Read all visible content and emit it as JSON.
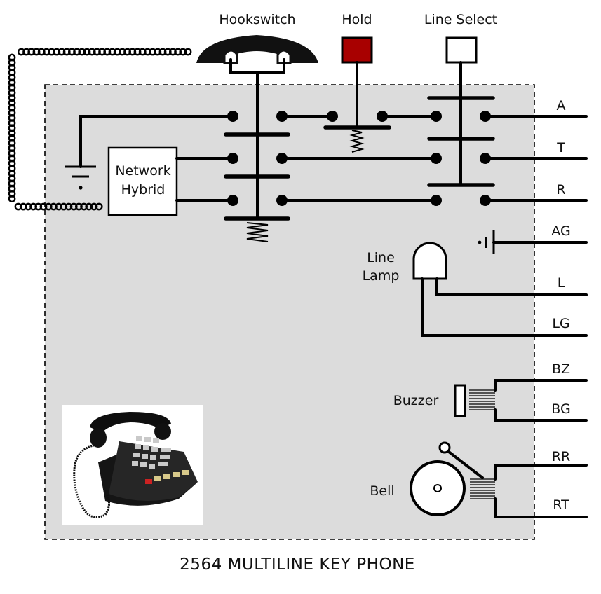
{
  "labels": {
    "hookswitch": "Hookswitch",
    "hold": "Hold",
    "line_select": "Line Select",
    "network_line1": "Network",
    "network_line2": "Hybrid",
    "line_lamp_line1": "Line",
    "line_lamp_line2": "Lamp",
    "buzzer": "Buzzer",
    "bell": "Bell",
    "title": "2564 MULTILINE KEY PHONE"
  },
  "terminals": {
    "A": "A",
    "T": "T",
    "R": "R",
    "AG": "AG",
    "L": "L",
    "LG": "LG",
    "BZ": "BZ",
    "BG": "BG",
    "RR": "RR",
    "RT": "RT"
  },
  "colors": {
    "enclosure_fill": "#dcdcdc",
    "hold_button": "#a80000",
    "line_select_button": "#ffffff",
    "wire": "#000000"
  },
  "icons": {
    "handset": "telephone-handset-icon",
    "ground": "ground-symbol-icon",
    "photo": "black-key-telephone-photo"
  }
}
